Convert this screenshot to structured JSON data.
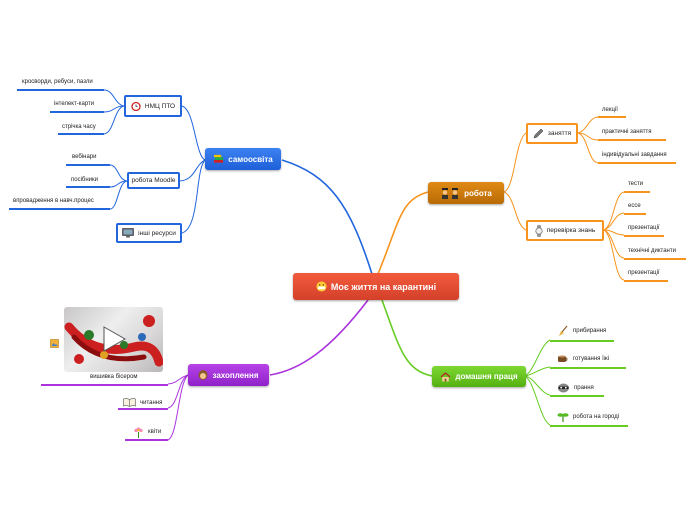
{
  "root": {
    "label": "Моє життя на карантині"
  },
  "branches": {
    "self": {
      "label": "самоосвіта",
      "color": "#2266dd",
      "children": {
        "nmc": {
          "label": "НМЦ ПТО",
          "leaves": [
            "кросворди, ребуси, пазли",
            "інтелект-карти",
            "стрічка часу"
          ]
        },
        "moodle": {
          "label": "робота Moodle",
          "leaves": [
            "вебінари",
            "посібники",
            "впровадження в навч.процес"
          ]
        },
        "other": {
          "label": "інші ресурси"
        }
      }
    },
    "work": {
      "label": "робота",
      "color": "#f7941d",
      "children": {
        "classes": {
          "label": "заняття",
          "leaves": [
            "лекції",
            "практичні заняття",
            "індивідуальні завдання"
          ]
        },
        "check": {
          "label": "перевірка знань",
          "leaves": [
            "тести",
            "ессе",
            "презентації",
            "технічні диктанти",
            "презентації"
          ]
        }
      }
    },
    "home": {
      "label": "домашня праця",
      "color": "#66cc22",
      "leaves": [
        "прибирання",
        "готування їжі",
        "прання",
        "робота на городі"
      ]
    },
    "hobby": {
      "label": "захоплення",
      "color": "#aa33dd",
      "leaves": [
        "вишивка бісером",
        "читання",
        "квіти"
      ]
    }
  },
  "icons": {
    "root": "smiley-mask-icon",
    "self": "books-icon",
    "nmc": "alarm-clock-icon",
    "other": "monitor-icon",
    "work": "teachers-icon",
    "classes": "pen-icon",
    "check": "watch-icon",
    "home": "house-icon",
    "hobby": "girl-face-icon",
    "image": "image-attachment-icon",
    "play": "play-icon",
    "home_leaves": [
      "broom-icon",
      "coffee-cup-icon",
      "raccoon-icon",
      "seedling-icon"
    ],
    "hobby_leaves": [
      "book-icon",
      "flower-icon"
    ]
  }
}
